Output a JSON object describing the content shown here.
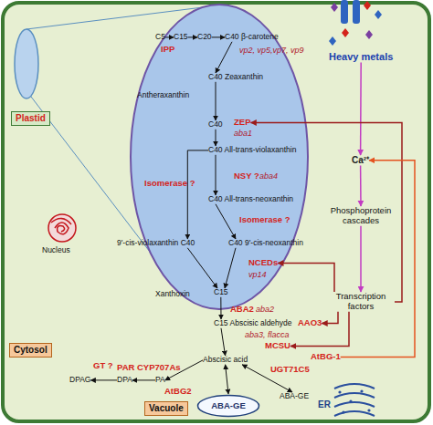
{
  "diagram": {
    "nodes": [
      {
        "text": [
          "C5"
        ]
      },
      {
        "text": [
          "C15"
        ]
      },
      {
        "text": [
          "C20"
        ]
      },
      {
        "text": [
          "C40 β-carotene"
        ]
      },
      {
        "text": [
          "Heavy metals"
        ]
      },
      {
        "text": [
          "C40 Zeaxanthin"
        ]
      },
      {
        "text": [
          "C40"
        ]
      },
      {
        "text": [
          "ZEP"
        ]
      },
      {
        "text": [
          "C40 All-trans-violaxanthin"
        ]
      },
      {
        "text": [
          "Ca²⁺"
        ]
      },
      {
        "text": [
          "C40 All-trans-neoxanthin"
        ]
      },
      {
        "text": [
          "Phosphoprotein cascades"
        ]
      },
      {
        "text": [
          "9'-cis-violaxanthin C40"
        ]
      },
      {
        "text": [
          "C40 9'-cis-neoxanthin"
        ]
      },
      {
        "text": [
          "NCEDs"
        ]
      },
      {
        "text": [
          "C15"
        ]
      },
      {
        "text": [
          "Transcription factors"
        ]
      },
      {
        "text": [
          "C15 Abscisic aldehyde"
        ]
      },
      {
        "text": [
          "AAO3"
        ]
      },
      {
        "text": [
          "MCSU"
        ]
      },
      {
        "text": [
          "Cytosol"
        ]
      },
      {
        "text": [
          "Abscisic acid"
        ]
      },
      {
        "text": [
          "PA"
        ]
      },
      {
        "text": [
          "DPA"
        ]
      },
      {
        "text": [
          "DPAG"
        ]
      },
      {
        "text": [
          "ABA-GE"
        ]
      },
      {
        "text": [
          "ABA-GE"
        ]
      },
      {
        "text": [
          "ER"
        ]
      },
      {
        "text": [
          "Vacuole"
        ]
      },
      {
        "text": [
          "Plastid"
        ]
      },
      {
        "text": [
          "AtBG-1"
        ]
      }
    ],
    "edges": [
      {
        "from": 0,
        "to": 1,
        "arrow": "to"
      },
      {
        "from": 1,
        "to": 2,
        "arrow": "to"
      },
      {
        "from": 2,
        "to": 3,
        "arrow": "to"
      },
      {
        "from": 3,
        "to": 5,
        "arrow": "to"
      },
      {
        "from": 5,
        "to": 6,
        "arrow": "to"
      },
      {
        "from": 6,
        "to": 8,
        "arrow": "to"
      },
      {
        "from": 8,
        "to": 10,
        "arrow": "to"
      },
      {
        "from": 8,
        "to": 12,
        "arrow": "to"
      },
      {
        "from": 10,
        "to": 13,
        "arrow": "to"
      },
      {
        "from": 12,
        "to": 15,
        "arrow": "to"
      },
      {
        "from": 13,
        "to": 15,
        "arrow": "to"
      },
      {
        "from": 15,
        "to": 17,
        "arrow": "to"
      },
      {
        "from": 17,
        "to": 21,
        "arrow": "to"
      },
      {
        "from": 21,
        "to": 22,
        "arrow": "to"
      },
      {
        "from": 22,
        "to": 23,
        "arrow": "to"
      },
      {
        "from": 23,
        "to": 24,
        "arrow": "to"
      },
      {
        "from": 21,
        "to": 25,
        "arrow": "both"
      },
      {
        "from": 21,
        "to": 26,
        "arrow": "both"
      },
      {
        "from": 4,
        "to": 9,
        "arrow": "to"
      },
      {
        "from": 9,
        "to": 11,
        "arrow": "to"
      },
      {
        "from": 11,
        "to": 16,
        "arrow": "to"
      },
      {
        "from": 16,
        "to": 7,
        "arrow": "to"
      },
      {
        "from": 16,
        "to": 14,
        "arrow": "to"
      },
      {
        "from": 16,
        "to": 18,
        "arrow": "to"
      },
      {
        "from": 16,
        "to": 19,
        "arrow": "to"
      },
      {
        "from": 30,
        "to": 9,
        "arrow": "to"
      }
    ],
    "labels": [
      "IPP",
      "vp2, vp5,vp7, vp9",
      "Antheraxanthin",
      "aba1",
      "NSY ?",
      "aba4",
      "Isomerase ?",
      "Isomerase ?",
      "Nucleus",
      "vp14",
      "Xanthoxin",
      "ABA2",
      "aba2",
      "aba3, flacca",
      "GT ?",
      "PAR",
      "CYP707As",
      "AtBG2",
      "UGT71C5"
    ]
  }
}
